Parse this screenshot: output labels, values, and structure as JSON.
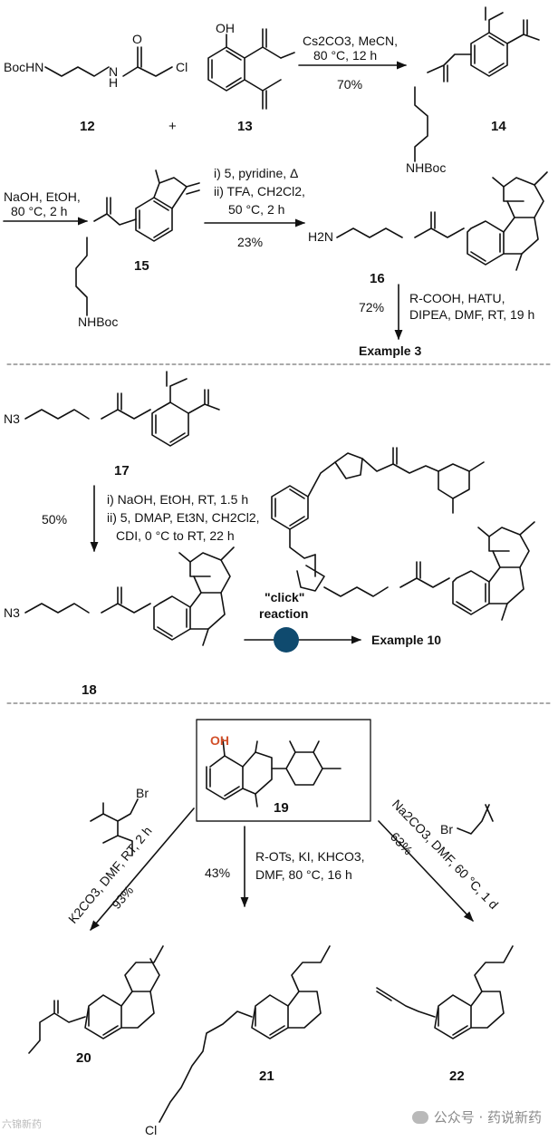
{
  "section1": {
    "cmpd12_label": "12",
    "cmpd13_label": "13",
    "cmpd14_label": "14",
    "cmpd15_label": "15",
    "cmpd16_label": "16",
    "plus": "+",
    "bochn": "BocHN",
    "nhboc": "NHBoc",
    "cl": "Cl",
    "oh": "OH",
    "h2n": "H2N",
    "step1_cond1": "Cs2CO3, MeCN,",
    "step1_cond2": "80 °C, 12 h",
    "step1_yield": "70%",
    "step2_cond1": "NaOH, EtOH,",
    "step2_cond2": "80 °C, 2 h",
    "step3_cond1": "i)  5, pyridine, Δ",
    "step3_cond2": "ii) TFA, CH2Cl2,",
    "step3_cond3": "50 °C, 2 h",
    "step3_yield": "23%",
    "step4_yield": "72%",
    "step4_cond1": "R-COOH, HATU,",
    "step4_cond2": "DIPEA, DMF, RT, 19 h",
    "example3": "Example 3"
  },
  "section2": {
    "cmpd17_label": "17",
    "cmpd18_label": "18",
    "n3": "N3",
    "step_yield": "50%",
    "step_cond1": "i)  NaOH, EtOH, RT, 1.5 h",
    "step_cond2": "ii) 5, DMAP, Et3N, CH2Cl2,",
    "step_cond3": "CDI, 0 °C to RT, 22 h",
    "click1": "\"click\"",
    "click2": "reaction",
    "example10": "Example 10"
  },
  "section3": {
    "cmpd19_label": "19",
    "cmpd20_label": "20",
    "cmpd21_label": "21",
    "cmpd22_label": "22",
    "oh": "OH",
    "br": "Br",
    "cl": "Cl",
    "left_cond": "K2CO3, DMF, RT, 2 h",
    "left_yield": "93%",
    "mid_yield": "43%",
    "mid_cond1": "R-OTs, KI, KHCO3,",
    "mid_cond2": "DMF, 80  °C, 16 h",
    "right_cond": "Na2CO3, DMF, 60 °C, 1 d",
    "right_yield": "63%"
  },
  "watermark": "公众号 · 药说新药",
  "watermark_left": "六锦新药",
  "colors": {
    "ink": "#111111",
    "oh_highlight": "#d2502a",
    "click_dot": "#0f4a6e",
    "divider": "#555555"
  }
}
